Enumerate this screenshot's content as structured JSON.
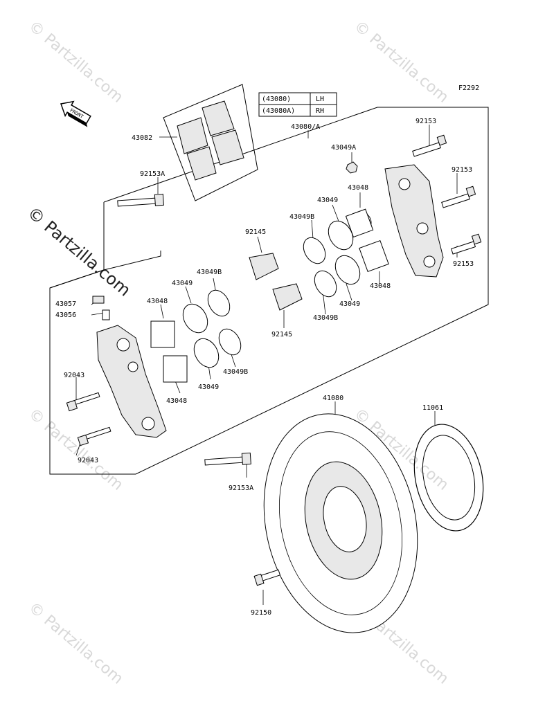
{
  "diagram_code": "F2292",
  "watermark": "© Partzilla.com",
  "front_label": "FRONT",
  "table": [
    {
      "part": "(43080)",
      "side": "LH"
    },
    {
      "part": "(43080A)",
      "side": "RH"
    }
  ],
  "labels": {
    "l43082": "43082",
    "l43080a": "43080/A",
    "l92153a_top": "92153A",
    "l92153_1": "92153",
    "l92153_2": "92153",
    "l92153_3": "92153",
    "l43049a": "43049A",
    "l43048_r1": "43048",
    "l43049_r1": "43049",
    "l43049b_r1": "43049B",
    "l92145_top": "92145",
    "l43048_r2": "43048",
    "l43049_r2": "43049",
    "l43049b_r2": "43049B",
    "l92145_bot": "92145",
    "l43049b_l1": "43049B",
    "l43049_l1": "43049",
    "l43048_l1": "43048",
    "l43057": "43057",
    "l43056": "43056",
    "l92043_top": "92043",
    "l43049b_l2": "43049B",
    "l43049_l2": "43049",
    "l43048_l2": "43048",
    "l92043_bot": "92043",
    "l92153a_bot": "92153A",
    "l41080": "41080",
    "l11061": "11061",
    "l92150": "92150"
  }
}
